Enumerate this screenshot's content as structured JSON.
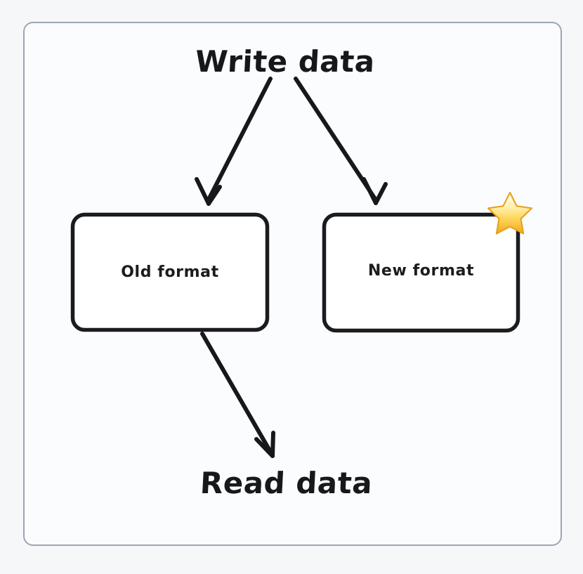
{
  "page": {
    "background_color": "#f6f7f9",
    "card_background_color": "#fbfcfd",
    "card_border_color": "#9ba6b5"
  },
  "diagram": {
    "type": "flow",
    "ink_color": "#17181b",
    "nodes": [
      {
        "id": "write-data",
        "label": "Write data",
        "kind": "text-node"
      },
      {
        "id": "old-format",
        "label": "Old format",
        "kind": "box"
      },
      {
        "id": "new-format",
        "label": "New format",
        "kind": "box",
        "badge": "star-emoji"
      },
      {
        "id": "read-data",
        "label": "Read data",
        "kind": "text-node"
      }
    ],
    "edges": [
      {
        "from": "write-data",
        "to": "old-format"
      },
      {
        "from": "write-data",
        "to": "new-format"
      },
      {
        "from": "old-format",
        "to": "read-data"
      }
    ],
    "badge": {
      "name": "star-emoji",
      "glyph": "★",
      "colors": {
        "highlight": "#fff8dc",
        "mid": "#ffd champagne",
        "fill_top": "#fffbe6",
        "fill_bottom": "#f0a81e",
        "outline": "#e09b12"
      }
    }
  }
}
